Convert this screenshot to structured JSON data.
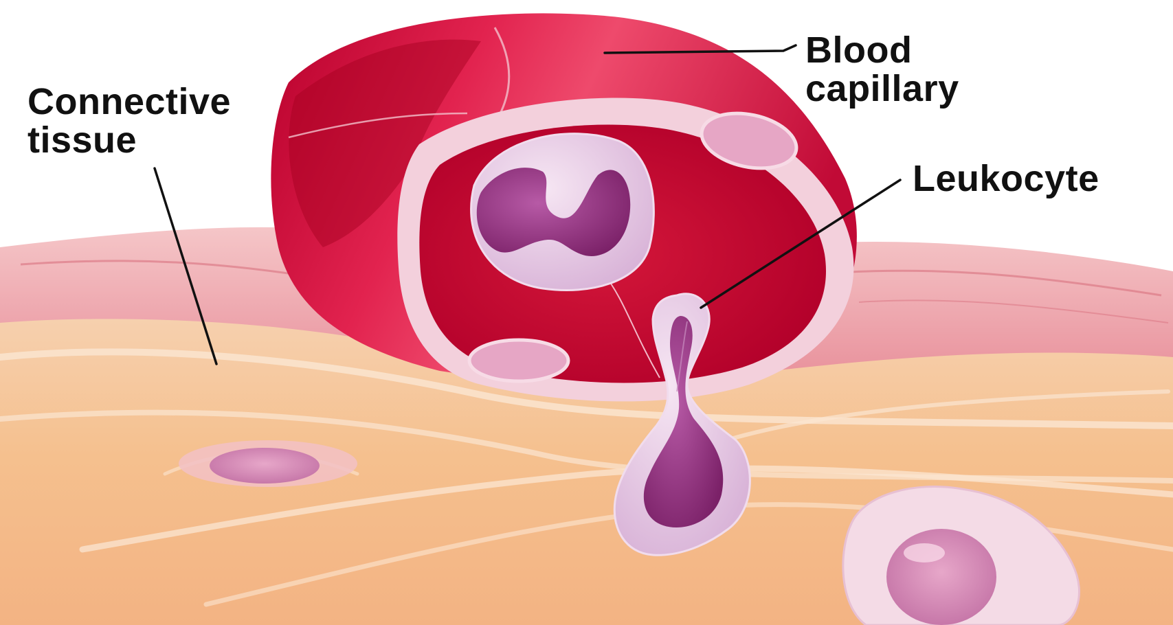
{
  "figure": {
    "labels": {
      "blood_capillary": [
        "Blood",
        "capillary"
      ],
      "connective_tissue": [
        "Connective",
        "tissue"
      ],
      "leukocyte": [
        "Leukocyte"
      ]
    },
    "colors": {
      "capillary_wall": "#d4123e",
      "capillary_dark": "#a5002a",
      "capillary_lumen": "#c8102e",
      "endothelium": "#f3c9d6",
      "tissue_pink": "#ec9fa8",
      "tissue_peach": "#f7c99b",
      "leukocyte_membrane": "#ead3ea",
      "leukocyte_nucleus": "#8a2f7a",
      "leader_line": "#111111"
    }
  }
}
